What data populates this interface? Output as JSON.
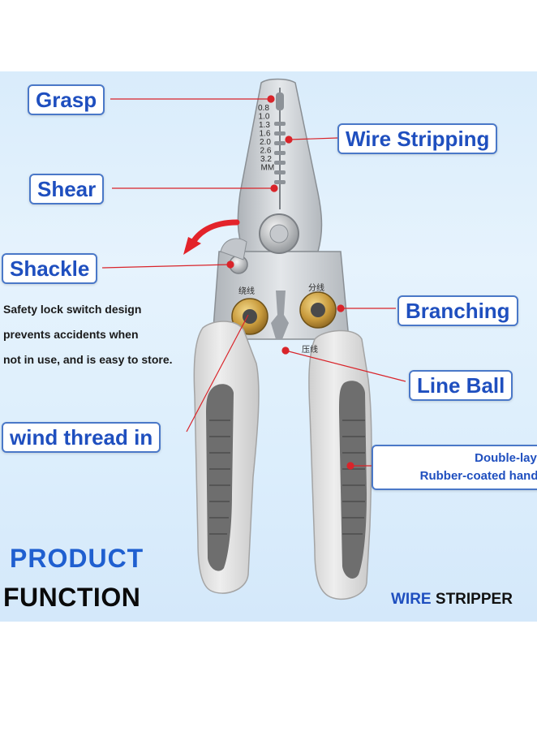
{
  "labels": {
    "grasp": "Grasp",
    "wire_stripping": "Wire Stripping",
    "shear": "Shear",
    "shackle": "Shackle",
    "branching": "Branching",
    "line_ball": "Line Ball",
    "wind_thread_in": "wind thread in",
    "handle_line1": "Double-layar",
    "handle_line2": "Rubber-coated handle"
  },
  "note_lines": [
    "Safety lock switch design",
    "prevents accidents when",
    "not in use, and is easy to store."
  ],
  "gauge_marks": [
    "0.8",
    "1.0",
    "1.3",
    "1.6",
    "2.0",
    "2.6",
    "3.2",
    "MM"
  ],
  "hole_marks": {
    "left": "绕线",
    "right": "分线",
    "bottom": "压线"
  },
  "titles": {
    "line1": "PRODUCT",
    "line2": "FUNCTION"
  },
  "brand": {
    "part1": "WIRE",
    "part2": "STRIPPER"
  },
  "colors": {
    "label_text": "#1f4fbf",
    "label_border": "#4a78c8",
    "pointer_line": "#d9242a",
    "handle_grey": "#e3e3e3",
    "grip_dark": "#6e6e6e",
    "steel": "#c9cdd2",
    "brass": "#c89a3c"
  }
}
